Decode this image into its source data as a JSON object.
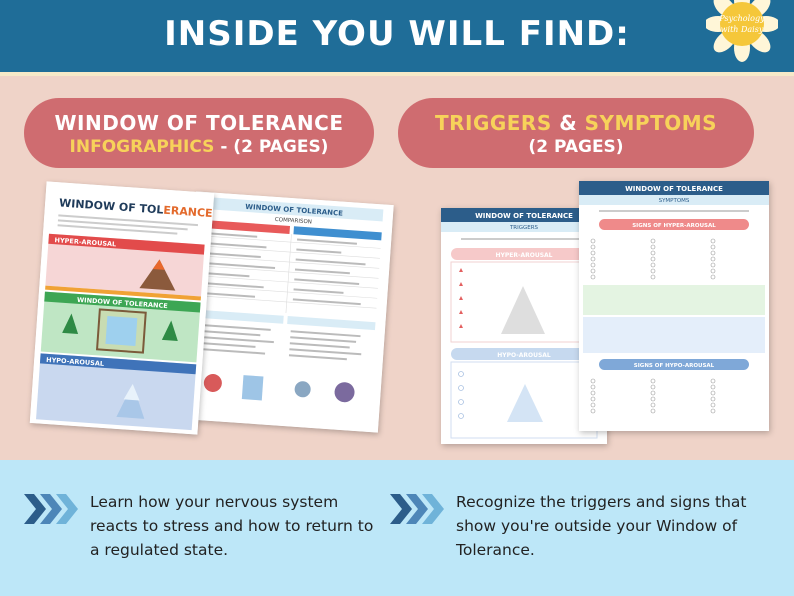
{
  "header": {
    "title": "INSIDE YOU WILL FIND:",
    "logo_text_line1": "Psychology",
    "logo_text_line2": "with Daisy"
  },
  "products": [
    {
      "title_line1": "WINDOW OF TOLERANCE",
      "title_line2_highlight": "INFOGRAPHICS",
      "title_line2_rest": " - (2 PAGES)",
      "page_front_title_a": "WINDOW OF TOL",
      "page_front_title_b": "ERANCE",
      "page_front_sections": [
        "HYPER-AROUSAL",
        "WINDOW OF TOLERANCE",
        "HYPO-AROUSAL"
      ],
      "page_back_title": "WINDOW OF TOLERANCE",
      "page_back_subtitle": "COMPARISON"
    },
    {
      "title_line1_a": "TRIGGERS",
      "title_line1_b": " & ",
      "title_line1_c": "SYMPTOMS",
      "title_line2": "(2 PAGES)",
      "page_front_title": "WINDOW OF TOLERANCE",
      "page_front_subtitle": "TRIGGERS",
      "page_front_sections": [
        "HYPER-AROUSAL",
        "HYPO-AROUSAL"
      ],
      "page_back_title": "WINDOW OF TOLERANCE",
      "page_back_subtitle": "SYMPTOMS",
      "page_back_sections": [
        "SIGNS OF HYPER-AROUSAL",
        "SIGNS OF HYPO-AROUSAL"
      ]
    }
  ],
  "features": [
    {
      "text": "Learn how your nervous system reacts to stress and how to return to a regulated state."
    },
    {
      "text": "Recognize the triggers and signs that show you're outside your Window of Tolerance."
    }
  ],
  "colors": {
    "header": "#1f6d98",
    "pill": "#cf6c70",
    "highlight": "#f7d25a",
    "footer": "#bde7f8",
    "chevron_dark": "#2c5d8a",
    "chevron_light": "#6fb3d9"
  }
}
